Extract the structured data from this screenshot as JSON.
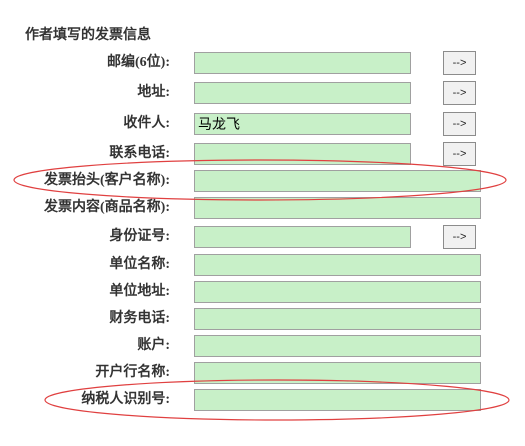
{
  "title": "作者填写的发票信息",
  "fields": [
    {
      "label": "邮编(6位):",
      "value": "",
      "button": "-->"
    },
    {
      "label": "地址:",
      "value": "",
      "button": "-->"
    },
    {
      "label": "收件人:",
      "value": "马龙飞",
      "button": "-->"
    },
    {
      "label": "联系电话:",
      "value": "",
      "button": "-->"
    },
    {
      "label": "发票抬头(客户名称):",
      "value": ""
    },
    {
      "label": "发票内容(商品名称):",
      "value": ""
    },
    {
      "label": "身份证号:",
      "value": "",
      "button": "-->"
    },
    {
      "label": "单位名称:",
      "value": ""
    },
    {
      "label": "单位地址:",
      "value": ""
    },
    {
      "label": "财务电话:",
      "value": ""
    },
    {
      "label": "账户:",
      "value": ""
    },
    {
      "label": "开户行名称:",
      "value": ""
    },
    {
      "label": "纳税人识别号:",
      "value": ""
    }
  ],
  "colors": {
    "input_background": "#c8f0c8",
    "annotation": "#e04040",
    "label_text": "#333333"
  }
}
